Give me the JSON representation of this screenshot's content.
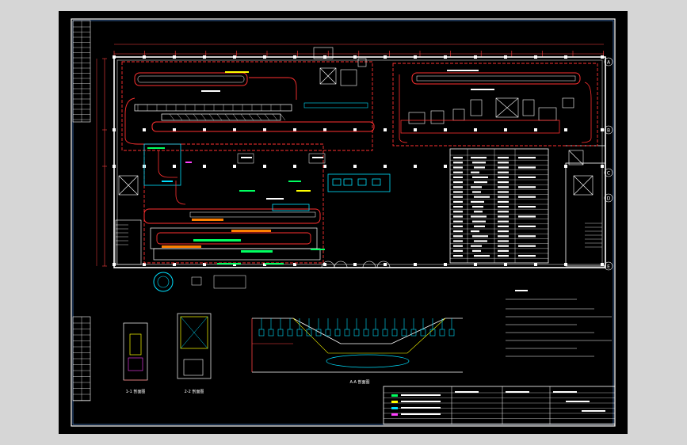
{
  "drawing": {
    "axis_labels": [
      "A",
      "B",
      "C",
      "D",
      "E"
    ],
    "section_labels": [
      "1-1 剖面图",
      "2-2 剖面图",
      "A-A 剖面图"
    ],
    "colors": {
      "background": "#000000",
      "viewport": "#d6d6d6",
      "frame": "#5aa0ff",
      "wall": "#ffffff",
      "conveyor": "#ff3030",
      "equipment": "#00e0ff",
      "annotation": "#ffff00",
      "accent_green": "#00ff60",
      "accent_magenta": "#ff40ff",
      "dimension": "#ff4040"
    }
  }
}
